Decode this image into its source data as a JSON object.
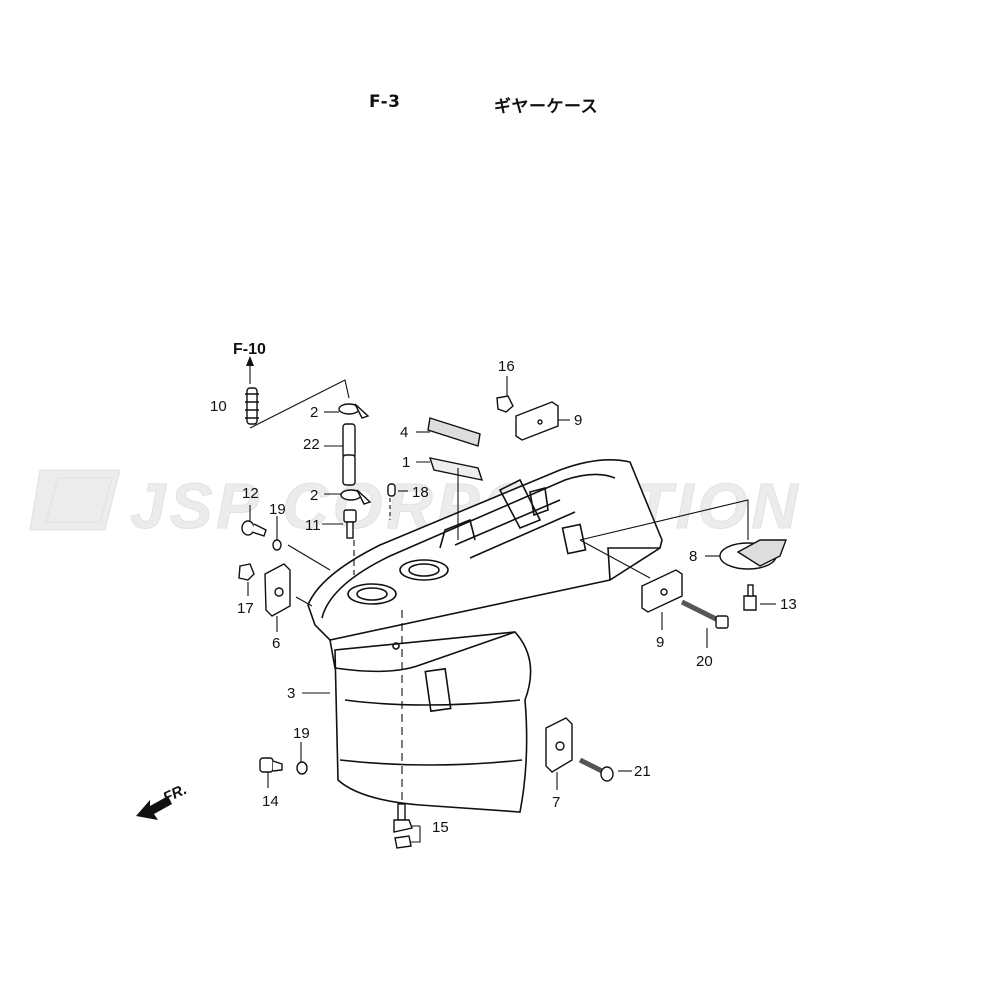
{
  "header": {
    "code": "F-3",
    "title": "ギヤーケース"
  },
  "reference": "F-10",
  "watermark": "JSP CORPORATION",
  "direction_label": "FR.",
  "callouts": {
    "c1": "1",
    "c2a": "2",
    "c2b": "2",
    "c3": "3",
    "c4": "4",
    "c6": "6",
    "c7": "7",
    "c8": "8",
    "c9a": "9",
    "c9b": "9",
    "c10": "10",
    "c11": "11",
    "c12": "12",
    "c13": "13",
    "c14": "14",
    "c15": "15",
    "c16": "16",
    "c17": "17",
    "c18": "18",
    "c19a": "19",
    "c19b": "19",
    "c20": "20",
    "c21": "21",
    "c22": "22"
  }
}
